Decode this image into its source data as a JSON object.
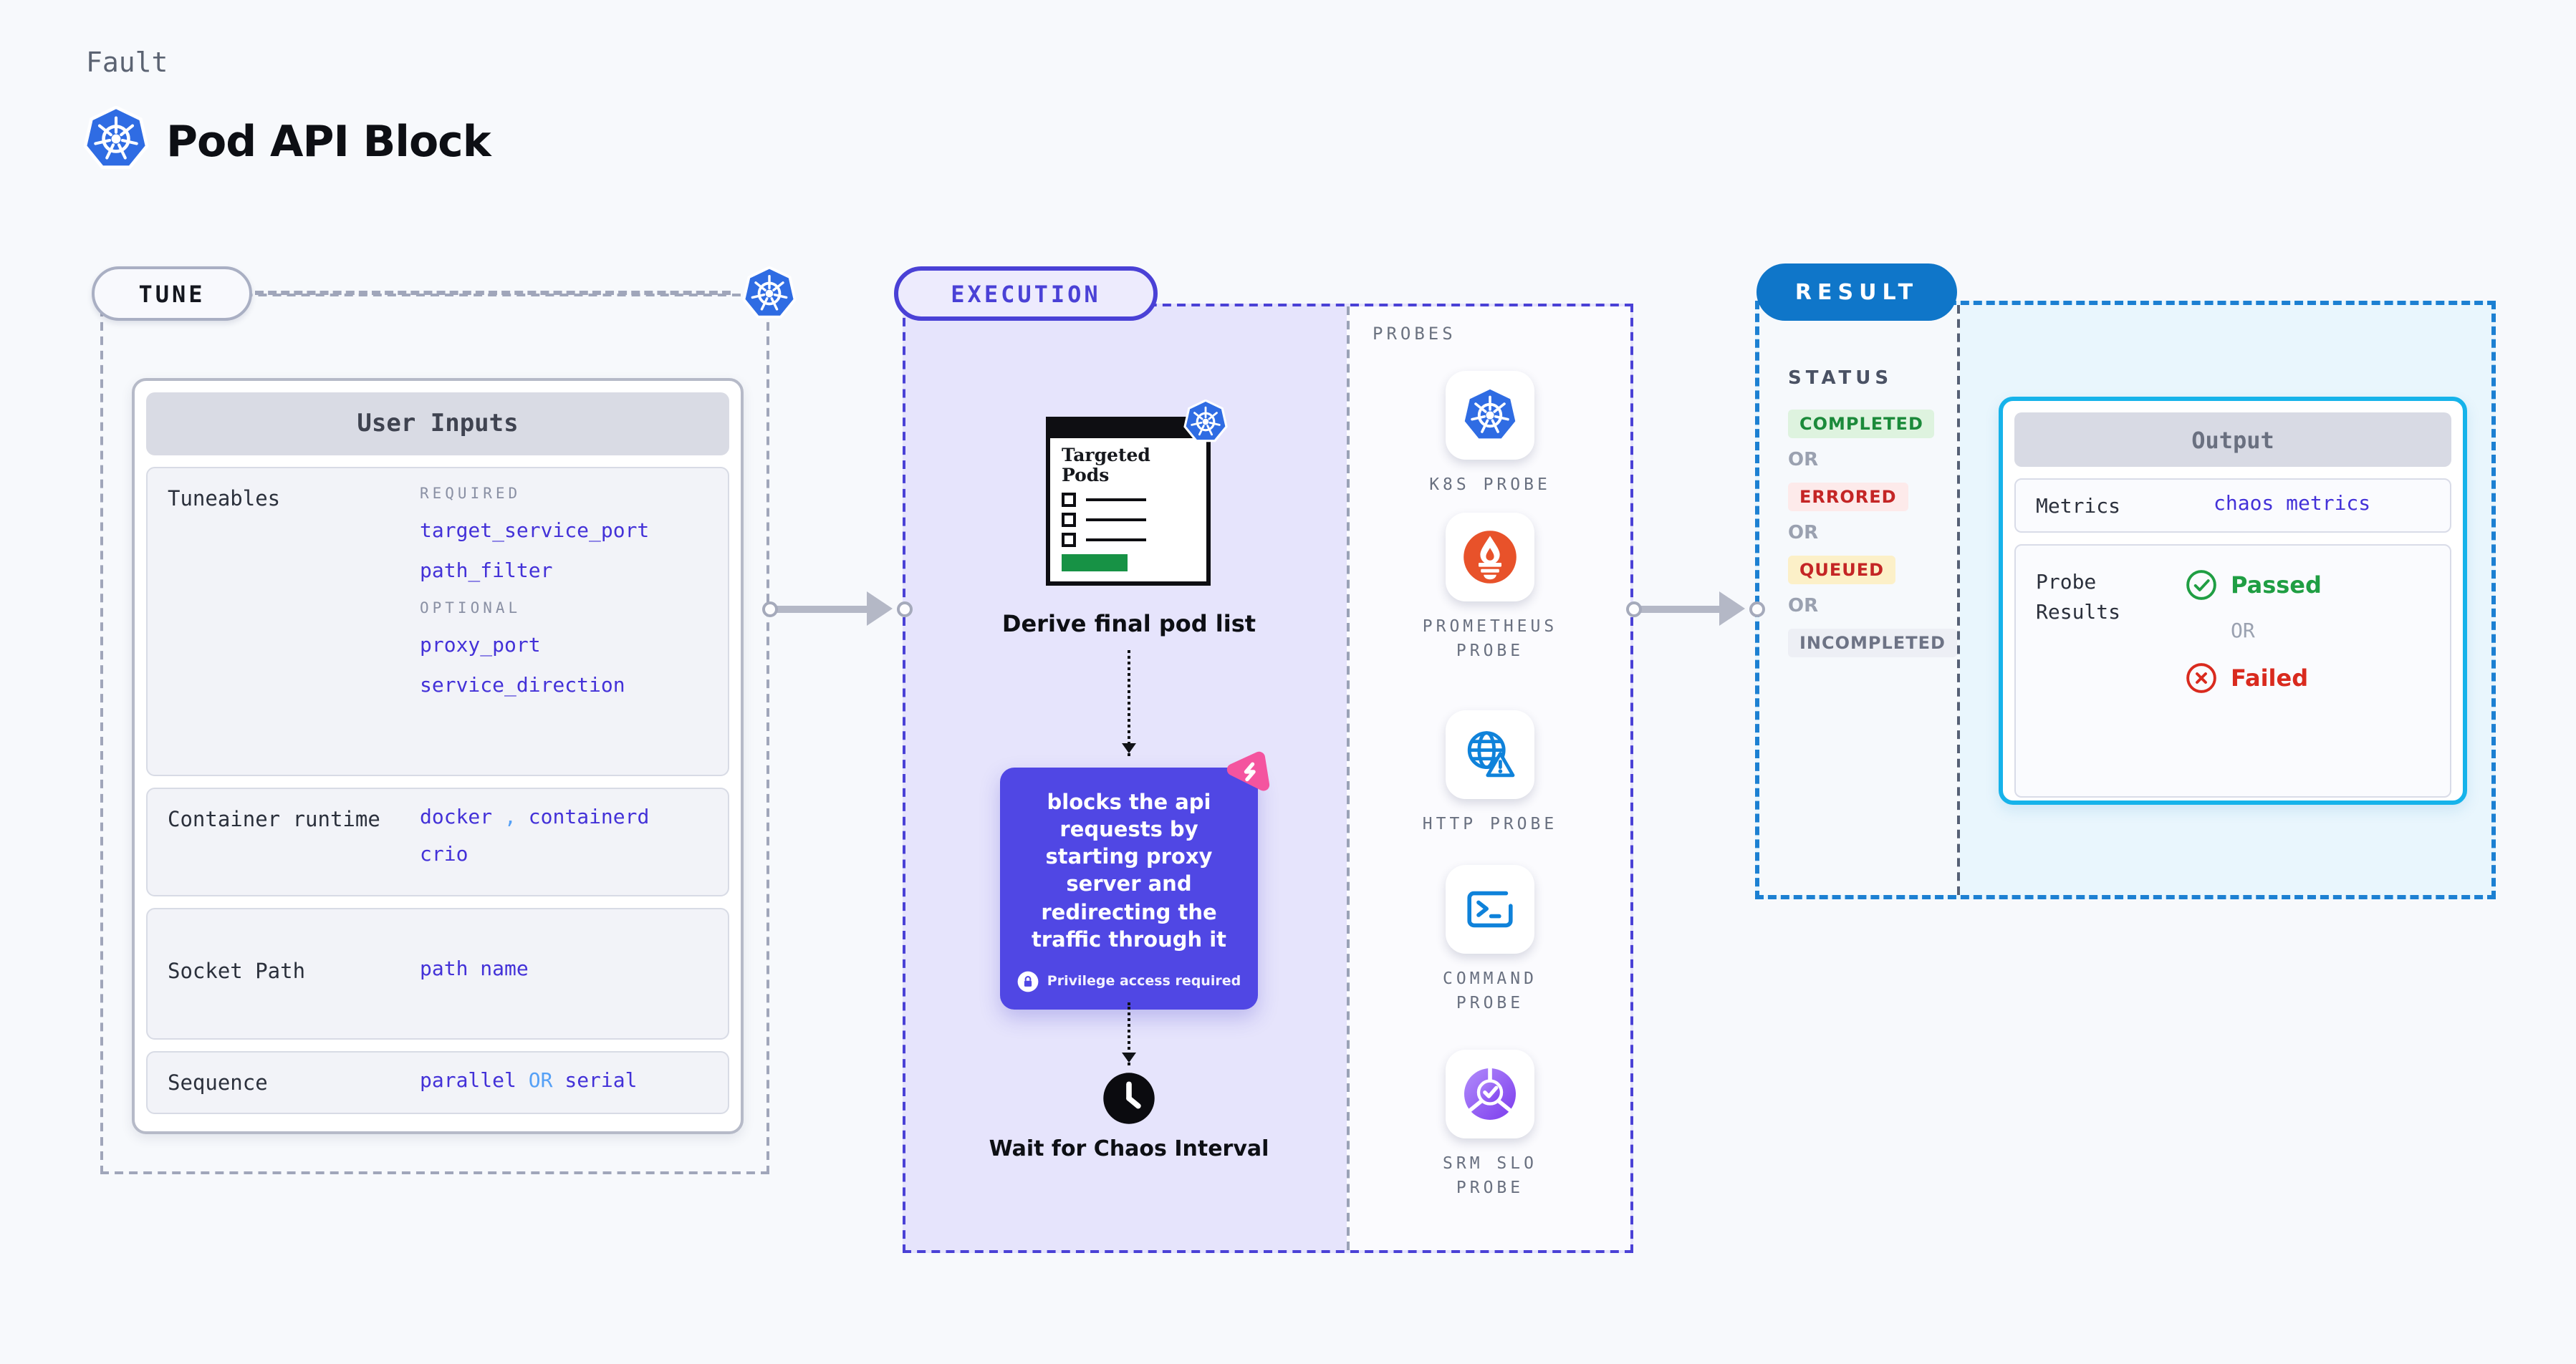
{
  "header": {
    "kicker": "Fault",
    "title": "Pod API Block"
  },
  "tune": {
    "pill": "TUNE",
    "card_title": "User Inputs",
    "tuneables": {
      "label": "Tuneables",
      "required_tag": "REQUIRED",
      "required": [
        "target_service_port",
        "path_filter"
      ],
      "optional_tag": "OPTIONAL",
      "optional": [
        "proxy_port",
        "service_direction"
      ]
    },
    "container_runtime": {
      "label": "Container runtime",
      "value1": "docker",
      "comma": ",",
      "value2": "containerd",
      "value3": "crio"
    },
    "socket_path": {
      "label": "Socket Path",
      "value": "path name"
    },
    "sequence": {
      "label": "Sequence",
      "value1": "parallel",
      "or": "OR",
      "value2": "serial"
    }
  },
  "execution": {
    "pill": "EXECUTION",
    "targeted_pods_title": "Targeted Pods",
    "derive_label": "Derive final pod list",
    "action_text": "blocks the api requests by starting proxy server and redirecting the traffic through it",
    "privilege_note": "Privilege access required",
    "wait_label": "Wait for Chaos Interval"
  },
  "probes": {
    "panel_label": "PROBES",
    "items": [
      {
        "name": "K8S PROBE",
        "icon": "kubernetes-icon"
      },
      {
        "name": "PROMETHEUS PROBE",
        "icon": "prometheus-icon"
      },
      {
        "name": "HTTP PROBE",
        "icon": "globe-warning-icon"
      },
      {
        "name": "COMMAND PROBE",
        "icon": "terminal-icon"
      },
      {
        "name": "SRM SLO PROBE",
        "icon": "slo-donut-icon"
      }
    ]
  },
  "result": {
    "pill": "RESULT",
    "status_label": "STATUS",
    "or": "OR",
    "statuses": [
      {
        "label": "COMPLETED",
        "color": "#1b8a3a",
        "bg": "#def3df"
      },
      {
        "label": "ERRORED",
        "color": "#c42525",
        "bg": "#fdeaea"
      },
      {
        "label": "QUEUED",
        "color": "#c42525",
        "bg": "#fcf0c8"
      },
      {
        "label": "INCOMPLETED",
        "color": "#6d7385",
        "bg": "#edeff5"
      }
    ],
    "output": {
      "title": "Output",
      "metrics_label": "Metrics",
      "metrics_value": "chaos metrics",
      "probe_results_label": "Probe Results",
      "passed": "Passed",
      "or": "OR",
      "failed": "Failed"
    }
  },
  "colors": {
    "background": "#f7f9fc",
    "execution_fill": "#e6e4fc",
    "execution_accent": "#4a41d6",
    "result_accent": "#0f76c9",
    "result_fill": "#e9f6fd",
    "output_border": "#16b3ea",
    "value_indigo": "#4331d8",
    "value_lightblue": "#55a0f6",
    "action_purple": "#5047e4",
    "chaos_pink": "#f4549f",
    "kubernetes_blue": "#2f6ce3",
    "prometheus_orange": "#e8522a",
    "http_blue": "#0f82da",
    "passed_green": "#1f9e43",
    "failed_red": "#d92a1e",
    "targeted_green": "#179245"
  }
}
